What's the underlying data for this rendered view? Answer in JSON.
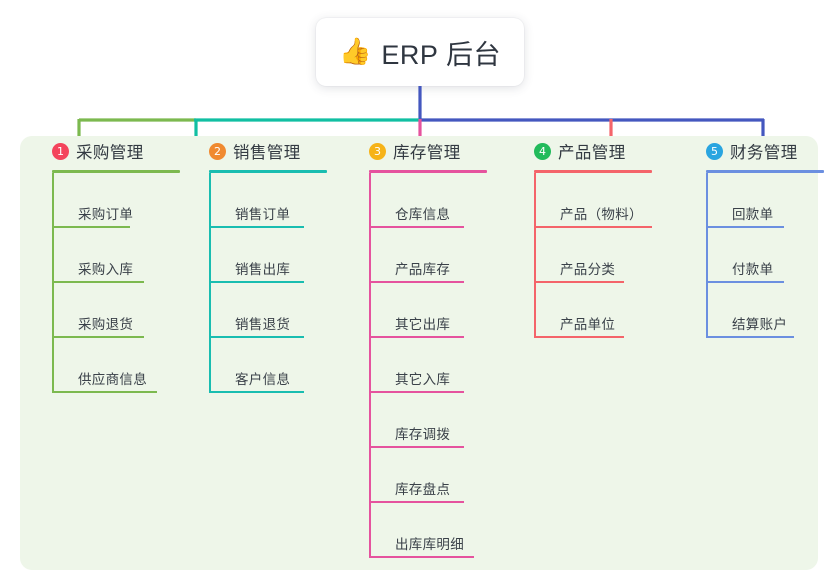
{
  "root": {
    "icon": "thumbs-up-emoji",
    "emoji": "👍",
    "title": "ERP 后台"
  },
  "theme": {
    "panel_background": "#eef6e9",
    "page_background": "#ffffff",
    "root_text": "#2f3640",
    "leaf_text": "#3a4149",
    "trunk_blue": "#4457bf",
    "trunk_teal": "#11bfa2",
    "trunk_green": "#7cb94f"
  },
  "columns": [
    {
      "index": "1",
      "badge_text": "1",
      "badge_color": "#f4445c",
      "line_color": "#7cb94f",
      "title": "采购管理",
      "items": [
        {
          "label": "采购订单",
          "rule_width": 78
        },
        {
          "label": "采购入库",
          "rule_width": 92
        },
        {
          "label": "采购退货",
          "rule_width": 92
        },
        {
          "label": "供应商信息",
          "rule_width": 105
        }
      ]
    },
    {
      "index": "2",
      "badge_text": "2",
      "badge_color": "#f08a30",
      "line_color": "#19bdb0",
      "title": "销售管理",
      "items": [
        {
          "label": "销售订单",
          "rule_width": 95
        },
        {
          "label": "销售出库",
          "rule_width": 95
        },
        {
          "label": "销售退货",
          "rule_width": 95
        },
        {
          "label": "客户信息",
          "rule_width": 95
        }
      ]
    },
    {
      "index": "3",
      "badge_text": "3",
      "badge_color": "#f6b318",
      "line_color": "#e5539e",
      "title": "库存管理",
      "items": [
        {
          "label": "仓库信息",
          "rule_width": 95
        },
        {
          "label": "产品库存",
          "rule_width": 95
        },
        {
          "label": "其它出库",
          "rule_width": 95
        },
        {
          "label": "其它入库",
          "rule_width": 95
        },
        {
          "label": "库存调拨",
          "rule_width": 95
        },
        {
          "label": "库存盘点",
          "rule_width": 95
        },
        {
          "label": "出库库明细",
          "rule_width": 105
        }
      ]
    },
    {
      "index": "4",
      "badge_text": "4",
      "badge_color": "#22bb5b",
      "line_color": "#f4646a",
      "title": "产品管理",
      "items": [
        {
          "label": "产品（物料）",
          "rule_width": 118
        },
        {
          "label": "产品分类",
          "rule_width": 90
        },
        {
          "label": "产品单位",
          "rule_width": 90
        }
      ]
    },
    {
      "index": "5",
      "badge_text": "5",
      "badge_color": "#2aa5e0",
      "line_color": "#6b8fe0",
      "title": "财务管理",
      "items": [
        {
          "label": "回款单",
          "rule_width": 78
        },
        {
          "label": "付款单",
          "rule_width": 78
        },
        {
          "label": "结算账户",
          "rule_width": 88
        }
      ]
    }
  ]
}
